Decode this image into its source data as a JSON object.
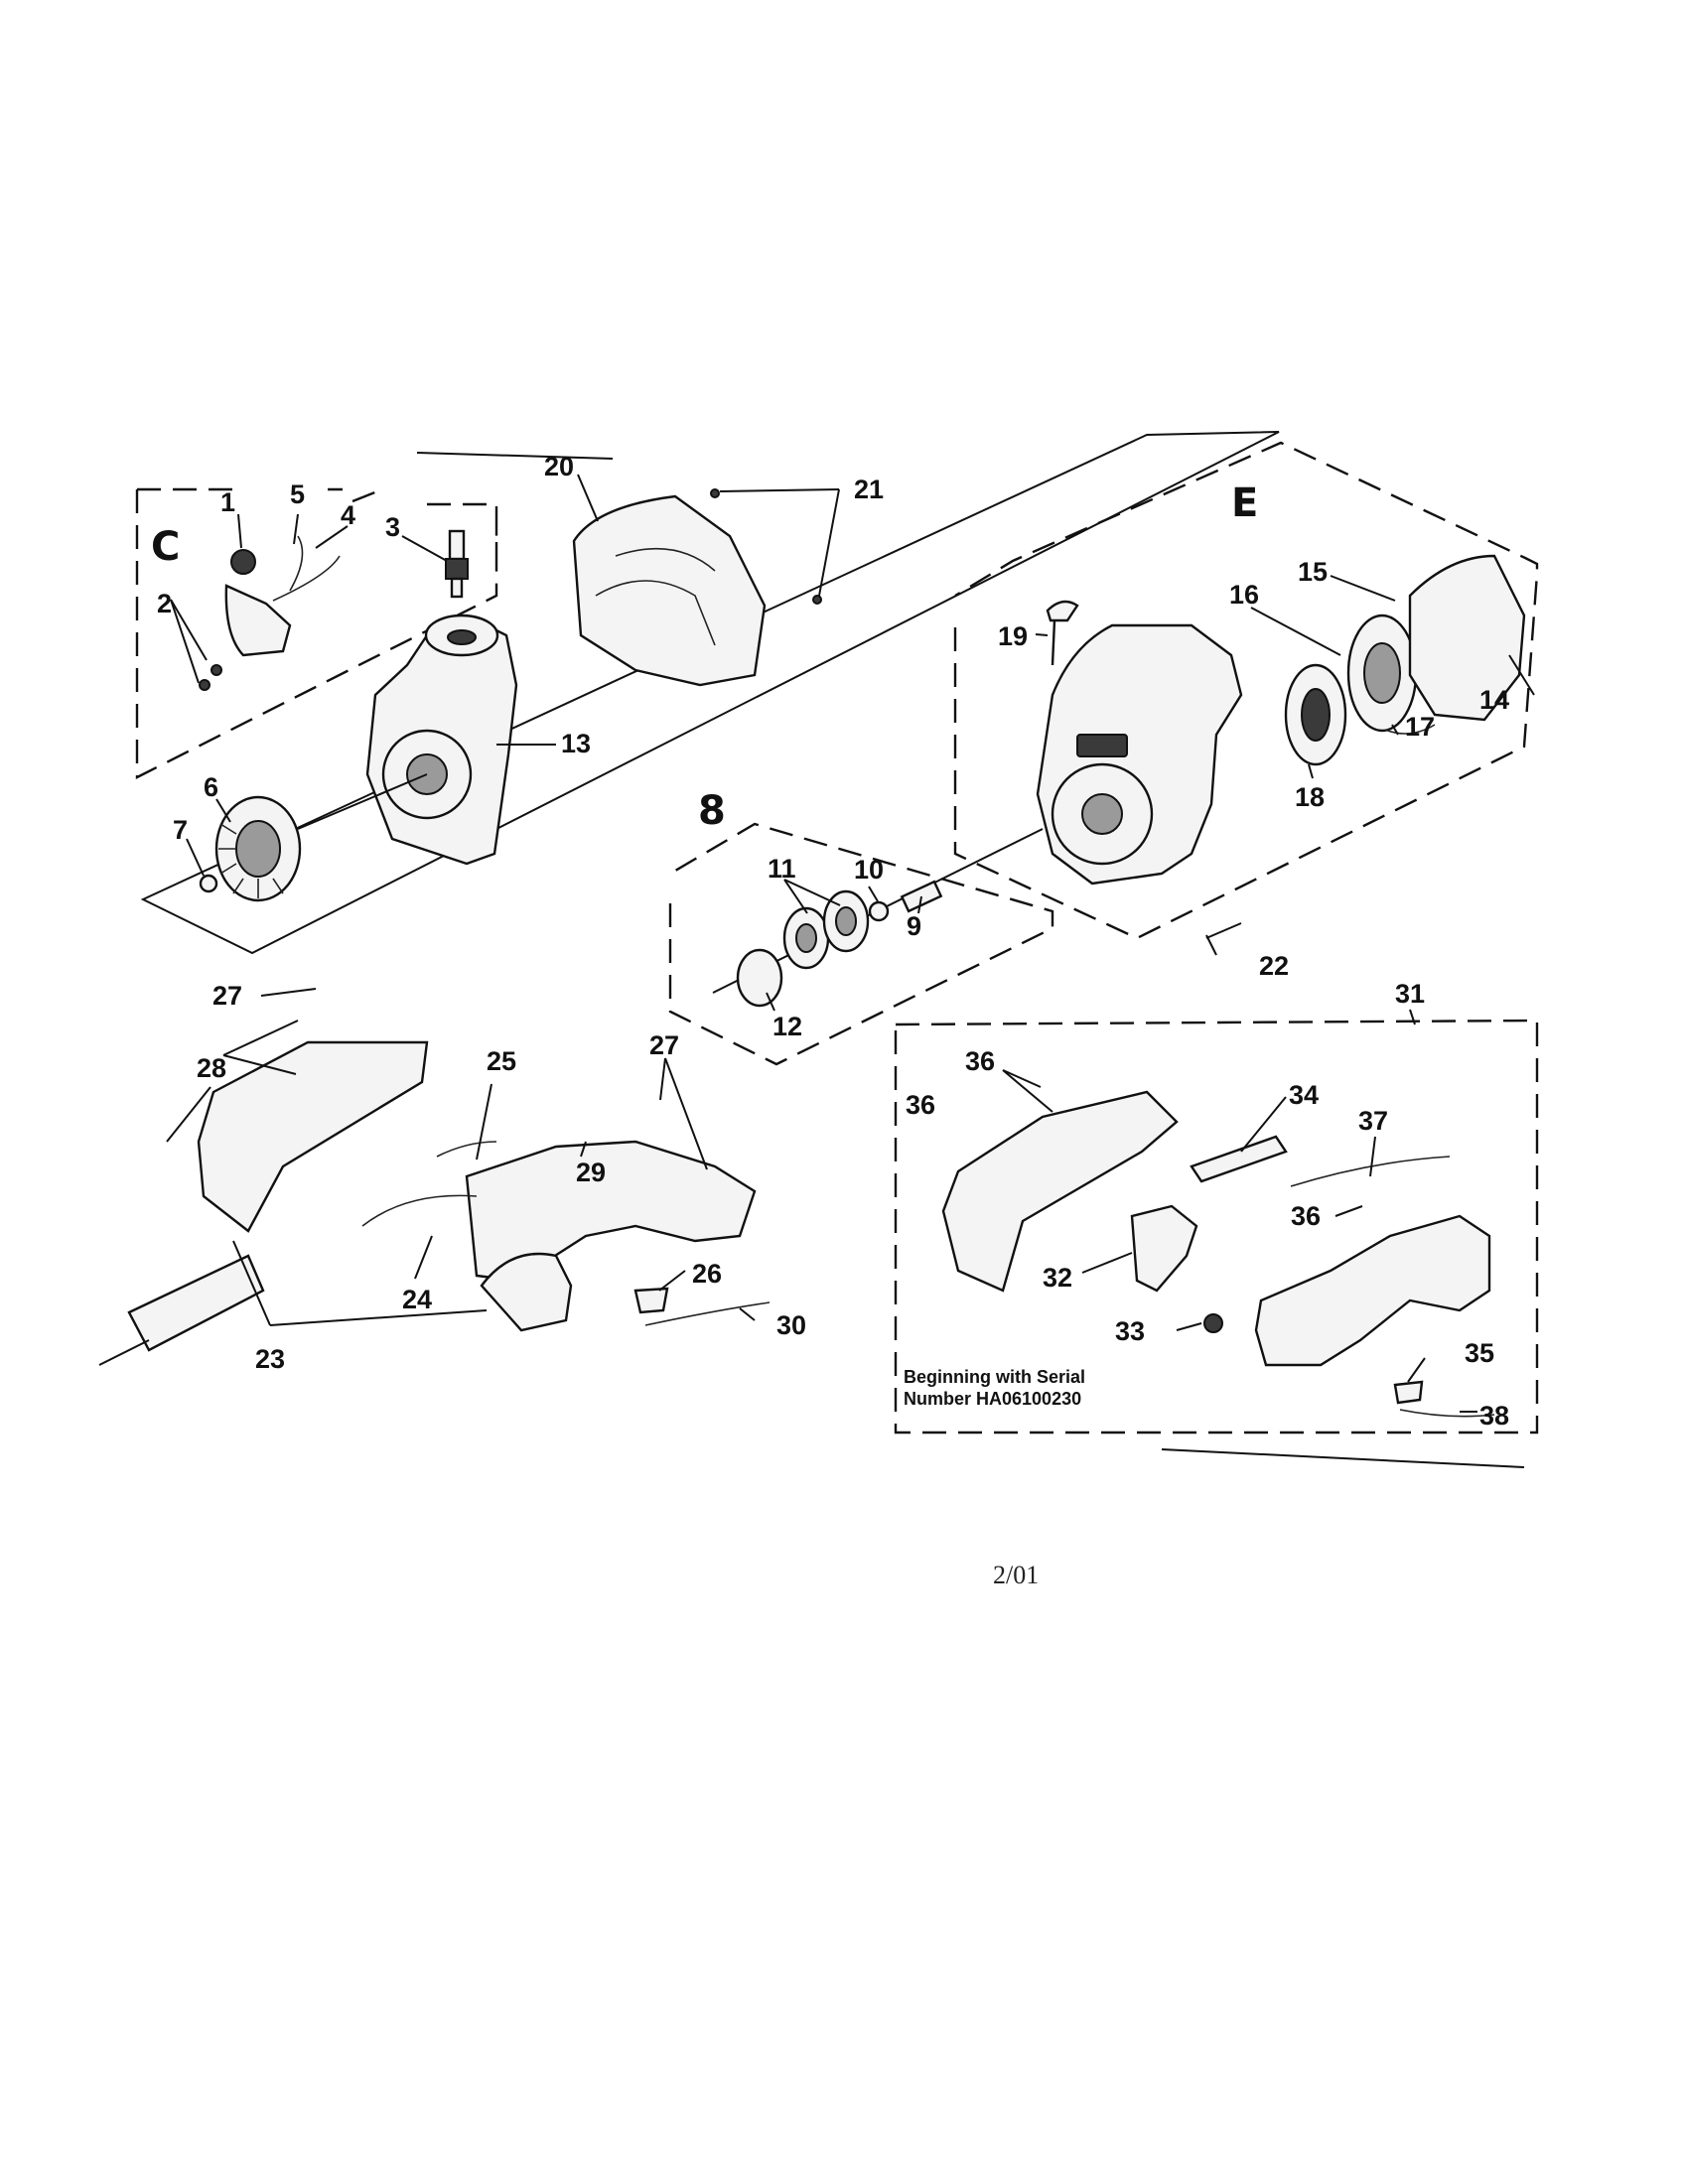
{
  "callouts": [
    {
      "id": "c1",
      "text": "1"
    },
    {
      "id": "c2",
      "text": "2"
    },
    {
      "id": "c3",
      "text": "3"
    },
    {
      "id": "c4",
      "text": "4"
    },
    {
      "id": "c5",
      "text": "5"
    },
    {
      "id": "c6",
      "text": "6"
    },
    {
      "id": "c7",
      "text": "7"
    },
    {
      "id": "c8",
      "text": "8"
    },
    {
      "id": "c9",
      "text": "9"
    },
    {
      "id": "c10",
      "text": "10"
    },
    {
      "id": "c11",
      "text": "11"
    },
    {
      "id": "c12",
      "text": "12"
    },
    {
      "id": "c13",
      "text": "13"
    },
    {
      "id": "c14",
      "text": "14"
    },
    {
      "id": "c15",
      "text": "15"
    },
    {
      "id": "c16",
      "text": "16"
    },
    {
      "id": "c17",
      "text": "17"
    },
    {
      "id": "c18",
      "text": "18"
    },
    {
      "id": "c19",
      "text": "19"
    },
    {
      "id": "c20",
      "text": "20"
    },
    {
      "id": "c21",
      "text": "21"
    },
    {
      "id": "c22",
      "text": "22"
    },
    {
      "id": "c23",
      "text": "23"
    },
    {
      "id": "c24",
      "text": "24"
    },
    {
      "id": "c25",
      "text": "25"
    },
    {
      "id": "c26",
      "text": "26"
    },
    {
      "id": "c27a",
      "text": "27"
    },
    {
      "id": "c27b",
      "text": "27"
    },
    {
      "id": "c28",
      "text": "28"
    },
    {
      "id": "c29",
      "text": "29"
    },
    {
      "id": "c30",
      "text": "30"
    },
    {
      "id": "c31",
      "text": "31"
    },
    {
      "id": "c32",
      "text": "32"
    },
    {
      "id": "c33",
      "text": "33"
    },
    {
      "id": "c34",
      "text": "34"
    },
    {
      "id": "c35",
      "text": "35"
    },
    {
      "id": "c36a",
      "text": "36"
    },
    {
      "id": "c36b",
      "text": "36"
    },
    {
      "id": "c36c",
      "text": "36"
    },
    {
      "id": "c37",
      "text": "37"
    },
    {
      "id": "c38",
      "text": "38"
    }
  ],
  "group_letters": {
    "c": "C",
    "e": "E"
  },
  "serial_note": {
    "line1": "Beginning with Serial",
    "line2": "Number HA06100230"
  },
  "page_footer": "2/01"
}
